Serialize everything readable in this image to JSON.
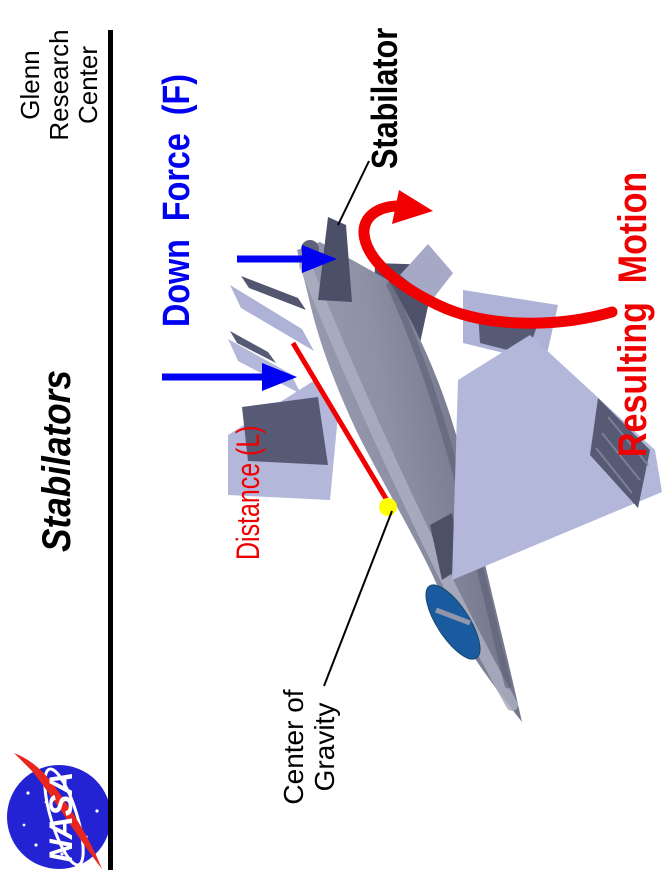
{
  "slide": {
    "branding": {
      "logo_text": "NASA",
      "center_line1": "Glenn",
      "center_line2": "Research",
      "center_line3": "Center"
    },
    "title": "Stabilators",
    "labels": {
      "down_force": "Down  Force  (F)",
      "stabilator": "Stabilator",
      "distance": "Distance (L)",
      "cg_line1": "Center of",
      "cg_line2": "Gravity",
      "resulting_motion": "Resulting  Motion"
    },
    "colors": {
      "force_blue": "#0000f2",
      "annotation_red": "#f00000",
      "cg_yellow": "#ffff00",
      "text_black": "#000000",
      "nasa_blue": "#2323d3",
      "nasa_red": "#e8251e",
      "wing_light": "#b3b7da",
      "panel_dark": "#565a74",
      "fuselage_gray": "#8e91a6",
      "canopy_blue": "#1a5a9e"
    }
  }
}
